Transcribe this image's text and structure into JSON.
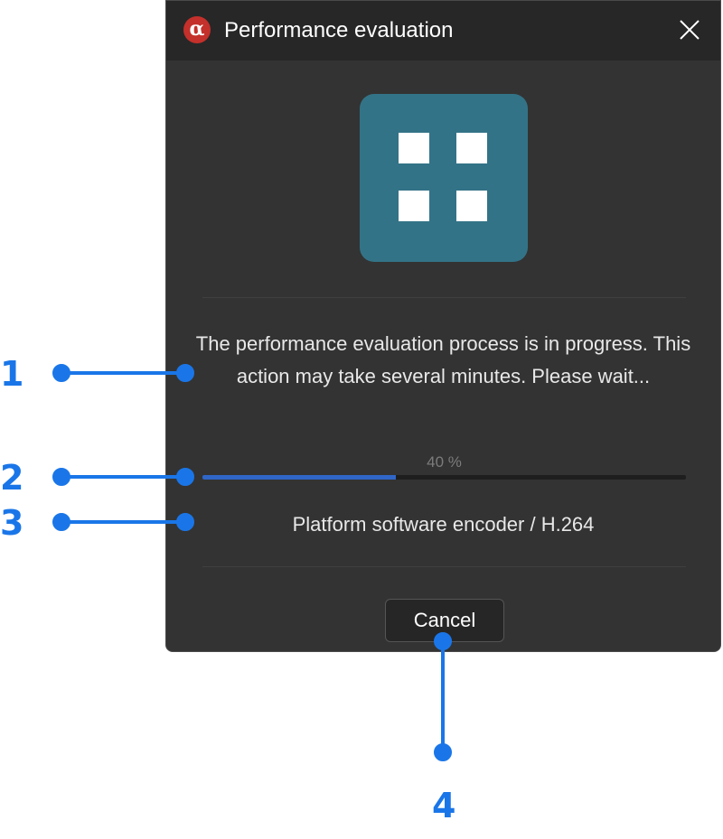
{
  "dialog": {
    "title": "Performance evaluation",
    "app_icon_glyph": "α",
    "app_icon_color": "#c4302b",
    "close_icon": "close-icon",
    "logo_icon": "grid-four-squares-icon",
    "logo_color": "#337387",
    "message": "The performance evaluation process is in progress. This action may take several minutes. Please wait...",
    "progress_text": "40 %",
    "progress_value": 0.4,
    "progress_color": "#2f66c7",
    "encoder_label": "Platform software encoder / H.264",
    "cancel_label": "Cancel"
  },
  "callouts": {
    "color": "#1a76e8",
    "items": [
      {
        "number": "1"
      },
      {
        "number": "2"
      },
      {
        "number": "3"
      },
      {
        "number": "4"
      }
    ]
  }
}
